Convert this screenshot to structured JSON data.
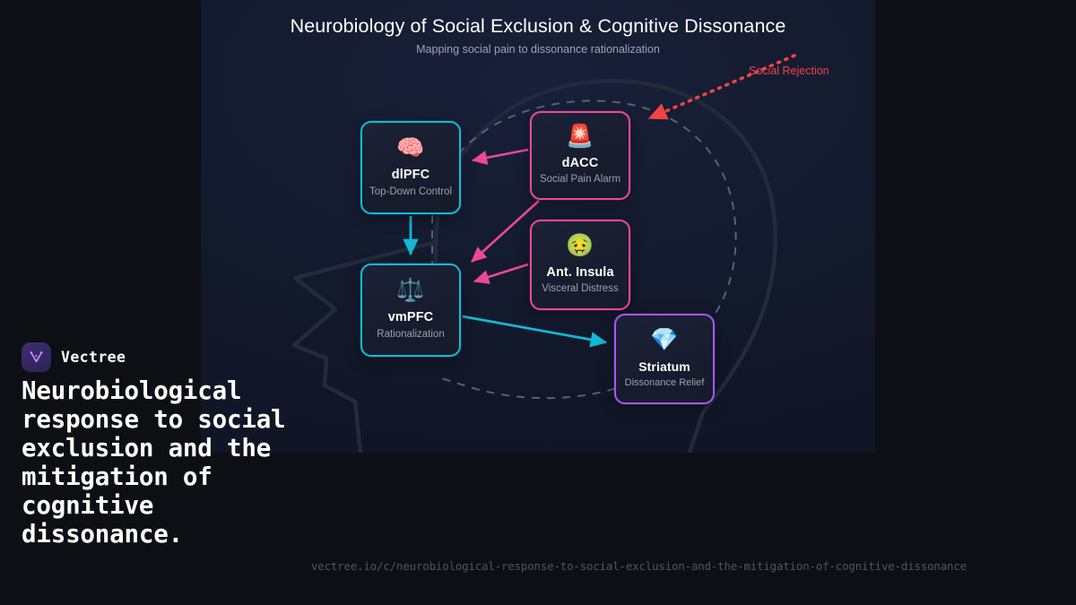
{
  "diagram": {
    "title": "Neurobiology of Social Exclusion & Cognitive Dissonance",
    "subtitle": "Mapping social pain to dissonance rationalization",
    "external_stimulus": {
      "label": "Social Rejection",
      "color": "#ef4444",
      "style": "dotted-arrow",
      "target": "dACC"
    },
    "background_motif": "head-profile-silhouette-with-dashed-brain-outline",
    "nodes": [
      {
        "id": "dlpfc",
        "label": "dlPFC",
        "sublabel": "Top-Down Control",
        "emoji": "🧠",
        "icon_name": "brain-emoji",
        "color": "#13b8d4"
      },
      {
        "id": "dacc",
        "label": "dACC",
        "sublabel": "Social Pain Alarm",
        "emoji": "🚨",
        "icon_name": "rotating-light-emoji",
        "color": "#ec4899"
      },
      {
        "id": "vmpfc",
        "label": "vmPFC",
        "sublabel": "Rationalization",
        "emoji": "⚖️",
        "icon_name": "balance-scale-emoji",
        "color": "#13b8d4"
      },
      {
        "id": "insula",
        "label": "Ant. Insula",
        "sublabel": "Visceral Distress",
        "emoji": "🤢",
        "icon_name": "nauseated-face-emoji",
        "color": "#ec4899"
      },
      {
        "id": "striatum",
        "label": "Striatum",
        "sublabel": "Dissonance Relief",
        "emoji": "💎",
        "icon_name": "gem-emoji",
        "color": "#a855f7"
      }
    ],
    "edges": [
      {
        "from": "dacc",
        "to": "dlpfc",
        "color": "#ec4899"
      },
      {
        "from": "dacc",
        "to": "vmpfc",
        "color": "#ec4899"
      },
      {
        "from": "insula",
        "to": "vmpfc",
        "color": "#ec4899"
      },
      {
        "from": "dlpfc",
        "to": "vmpfc",
        "color": "#13b8d4"
      },
      {
        "from": "vmpfc",
        "to": "striatum",
        "color": "#13b8d4"
      }
    ]
  },
  "brand": {
    "name": "Vectree",
    "logo_name": "vectree-logo"
  },
  "headline": "Neurobiological response to social exclusion and the mitigation of cognitive dissonance.",
  "footer": {
    "url": "vectree.io/c/neurobiological-response-to-social-exclusion-and-the-mitigation-of-cognitive-dissonance"
  },
  "colors": {
    "page_background": "#0e0f14",
    "panel_background": "#141b2e",
    "cyan": "#13b8d4",
    "pink": "#ec4899",
    "purple": "#a855f7",
    "red": "#ef4444",
    "text_primary": "#ffffff",
    "text_muted": "#98a1b2"
  }
}
